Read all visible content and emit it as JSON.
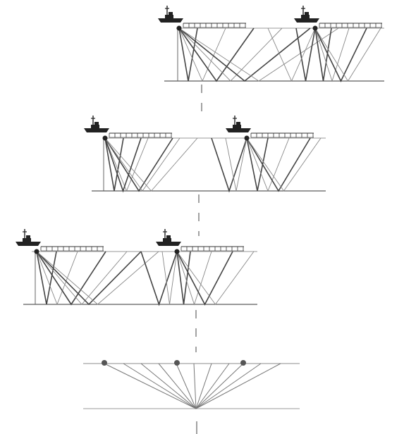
{
  "figure": {
    "panels": [
      {
        "name": "panel-1",
        "ships": 2,
        "rays_per_source": 6
      },
      {
        "name": "panel-2",
        "ships": 2,
        "rays_per_source": 6
      },
      {
        "name": "panel-3",
        "ships": 2,
        "rays_per_source": 6
      },
      {
        "name": "panel-4",
        "sources": 3,
        "common_reflection_point": true
      }
    ]
  }
}
